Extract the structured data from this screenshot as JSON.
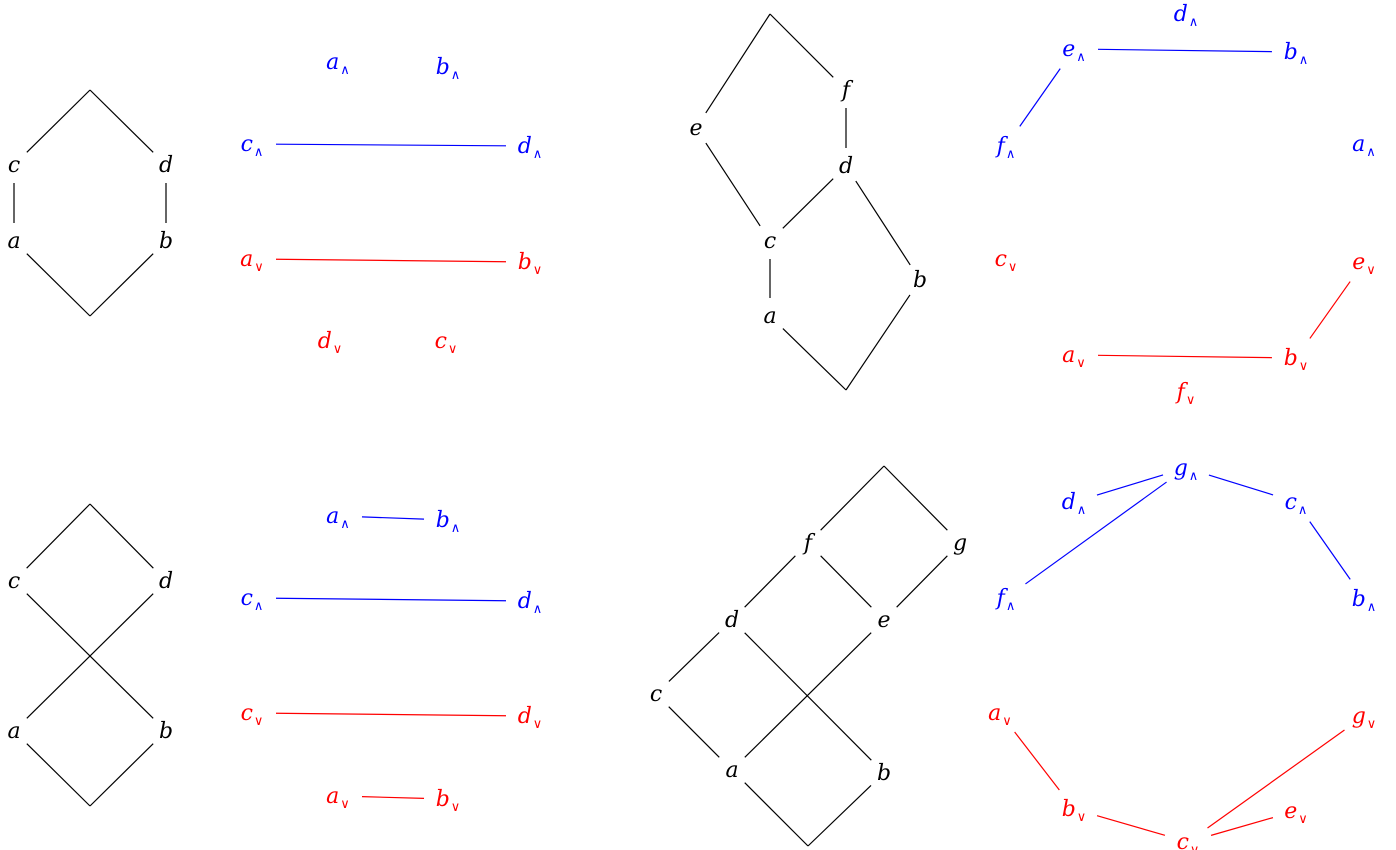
{
  "colors": {
    "hasse": "#000000",
    "meet": "#0000ff",
    "join": "#ff0000"
  },
  "symbols": {
    "meet": "∧",
    "join": "∨"
  },
  "panels": [
    {
      "hasse": {
        "nodes": [
          "c",
          "d",
          "a",
          "b"
        ],
        "edges": [
          [
            "c",
            "a"
          ],
          [
            "d",
            "b"
          ],
          [
            "top",
            "c"
          ],
          [
            "top",
            "d"
          ],
          [
            "a",
            "bottom"
          ],
          [
            "b",
            "bottom"
          ]
        ]
      },
      "graph": {
        "nodes": [
          {
            "name": "a",
            "kind": "meet"
          },
          {
            "name": "b",
            "kind": "meet"
          },
          {
            "name": "c",
            "kind": "meet"
          },
          {
            "name": "d",
            "kind": "meet"
          },
          {
            "name": "a",
            "kind": "join"
          },
          {
            "name": "b",
            "kind": "join"
          },
          {
            "name": "d",
            "kind": "join"
          },
          {
            "name": "c",
            "kind": "join"
          }
        ],
        "edges": [
          [
            2,
            3
          ],
          [
            4,
            5
          ]
        ]
      }
    },
    {
      "hasse": {
        "nodes": [
          "e",
          "f",
          "d",
          "c",
          "b",
          "a"
        ],
        "edges": [
          [
            "top",
            "e"
          ],
          [
            "top",
            "f"
          ],
          [
            "f",
            "d"
          ],
          [
            "e",
            "c"
          ],
          [
            "d",
            "c"
          ],
          [
            "d",
            "b"
          ],
          [
            "c",
            "a"
          ],
          [
            "a",
            "bottom"
          ],
          [
            "b",
            "bottom"
          ]
        ]
      },
      "graph": {
        "nodes": [
          {
            "name": "d",
            "kind": "meet"
          },
          {
            "name": "e",
            "kind": "meet"
          },
          {
            "name": "b",
            "kind": "meet"
          },
          {
            "name": "f",
            "kind": "meet"
          },
          {
            "name": "a",
            "kind": "meet"
          },
          {
            "name": "c",
            "kind": "join"
          },
          {
            "name": "e",
            "kind": "join"
          },
          {
            "name": "a",
            "kind": "join"
          },
          {
            "name": "b",
            "kind": "join"
          },
          {
            "name": "f",
            "kind": "join"
          }
        ],
        "edges": [
          [
            1,
            2
          ],
          [
            1,
            3
          ],
          [
            7,
            8
          ],
          [
            8,
            6
          ]
        ]
      }
    },
    {
      "hasse": {
        "nodes": [
          "c",
          "d",
          "a",
          "b"
        ],
        "edges": [
          [
            "top",
            "c"
          ],
          [
            "top",
            "d"
          ],
          [
            "c",
            "b"
          ],
          [
            "d",
            "a"
          ],
          [
            "a",
            "bottom"
          ],
          [
            "b",
            "bottom"
          ]
        ]
      },
      "graph": {
        "nodes": [
          {
            "name": "a",
            "kind": "meet"
          },
          {
            "name": "b",
            "kind": "meet"
          },
          {
            "name": "c",
            "kind": "meet"
          },
          {
            "name": "d",
            "kind": "meet"
          },
          {
            "name": "c",
            "kind": "join"
          },
          {
            "name": "d",
            "kind": "join"
          },
          {
            "name": "a",
            "kind": "join"
          },
          {
            "name": "b",
            "kind": "join"
          }
        ],
        "edges": [
          [
            0,
            1
          ],
          [
            2,
            3
          ],
          [
            4,
            5
          ],
          [
            6,
            7
          ]
        ]
      }
    },
    {
      "hasse": {
        "nodes": [
          "f",
          "g",
          "d",
          "e",
          "c",
          "a",
          "b"
        ],
        "edges": [
          [
            "top",
            "f"
          ],
          [
            "top",
            "g"
          ],
          [
            "f",
            "d"
          ],
          [
            "f",
            "e"
          ],
          [
            "g",
            "e"
          ],
          [
            "d",
            "c"
          ],
          [
            "d",
            "b"
          ],
          [
            "e",
            "a"
          ],
          [
            "c",
            "a"
          ],
          [
            "a",
            "bottom"
          ],
          [
            "b",
            "bottom"
          ]
        ]
      },
      "graph": {
        "nodes": [
          {
            "name": "g",
            "kind": "meet"
          },
          {
            "name": "d",
            "kind": "meet"
          },
          {
            "name": "c",
            "kind": "meet"
          },
          {
            "name": "f",
            "kind": "meet"
          },
          {
            "name": "b",
            "kind": "meet"
          },
          {
            "name": "a",
            "kind": "join"
          },
          {
            "name": "g",
            "kind": "join"
          },
          {
            "name": "b",
            "kind": "join"
          },
          {
            "name": "e",
            "kind": "join"
          },
          {
            "name": "c",
            "kind": "join"
          }
        ],
        "edges": [
          [
            0,
            1
          ],
          [
            0,
            2
          ],
          [
            0,
            3
          ],
          [
            2,
            4
          ],
          [
            5,
            7
          ],
          [
            7,
            9
          ],
          [
            9,
            8
          ],
          [
            9,
            6
          ]
        ]
      }
    }
  ]
}
